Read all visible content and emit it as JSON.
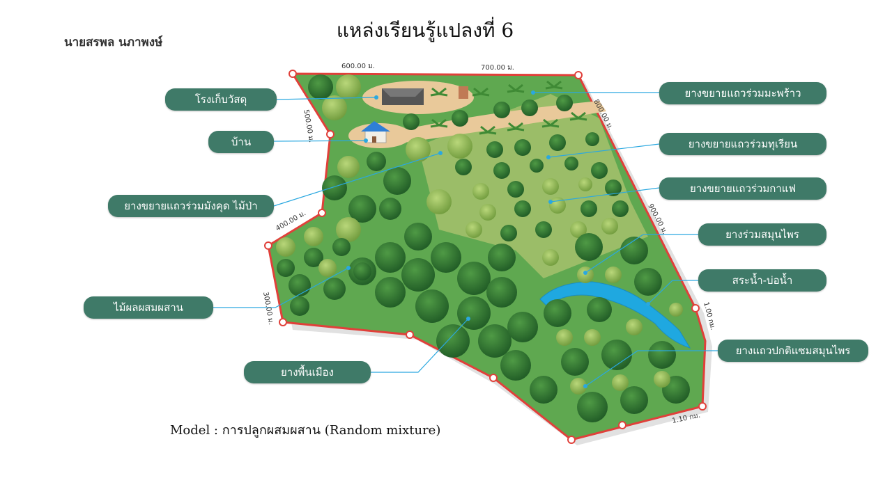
{
  "title": "แหล่งเรียนรู้แปลงที่ 6",
  "author": "นายสรพล  นภาพงษ์",
  "caption": "Model : การปลูกผสมผสาน (Random mixture)",
  "dimensions": {
    "top_left": "600.00 ม.",
    "top_right": "700.00 ม.",
    "right_top": "800.00 ม.",
    "right_mid": "900.00 ม.",
    "right_low": "1.00 กม.",
    "bottom_right": "1.10 กม.",
    "left_top": "500.00 ม.",
    "left_mid": "400.00 ม.",
    "left_low": "300.00 ม."
  },
  "labels": {
    "storehouse": "โรงเก็บวัสดุ",
    "house": "บ้าน",
    "guava": "ยางขยายแถวร่วมมังคุด ไม้ป่า",
    "mixed_fruit": "ไม้ผลผสมผสาน",
    "native_rubber": "ยางพื้นเมือง",
    "coconut": "ยางขยายแถวร่วมมะพร้าว",
    "durian": "ยางขยายแถวร่วมทุเรียน",
    "coffee": "ยางขยายแถวร่วมกาแฟ",
    "herbs": "ยางร่วมสมุนไพร",
    "pond": "สระน้ำ-บ่อน้ำ",
    "normal_rows": "ยางแถวปกติแซมสมุนไพร"
  },
  "colors": {
    "label_bg": "#3f7a68",
    "boundary": "#e0403a",
    "grass_dark": "#5fa850",
    "grass_light": "#9bbd68",
    "water": "#1fa8e0",
    "leader": "#2aa8e0"
  }
}
